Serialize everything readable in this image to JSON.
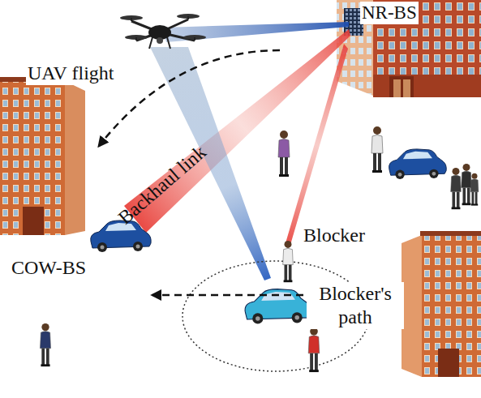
{
  "diagram": {
    "labels": [
      "NR-BS",
      "UAV flight",
      "Backhaul link",
      "COW-BS",
      "Blocker",
      "Blocker's path"
    ]
  }
}
